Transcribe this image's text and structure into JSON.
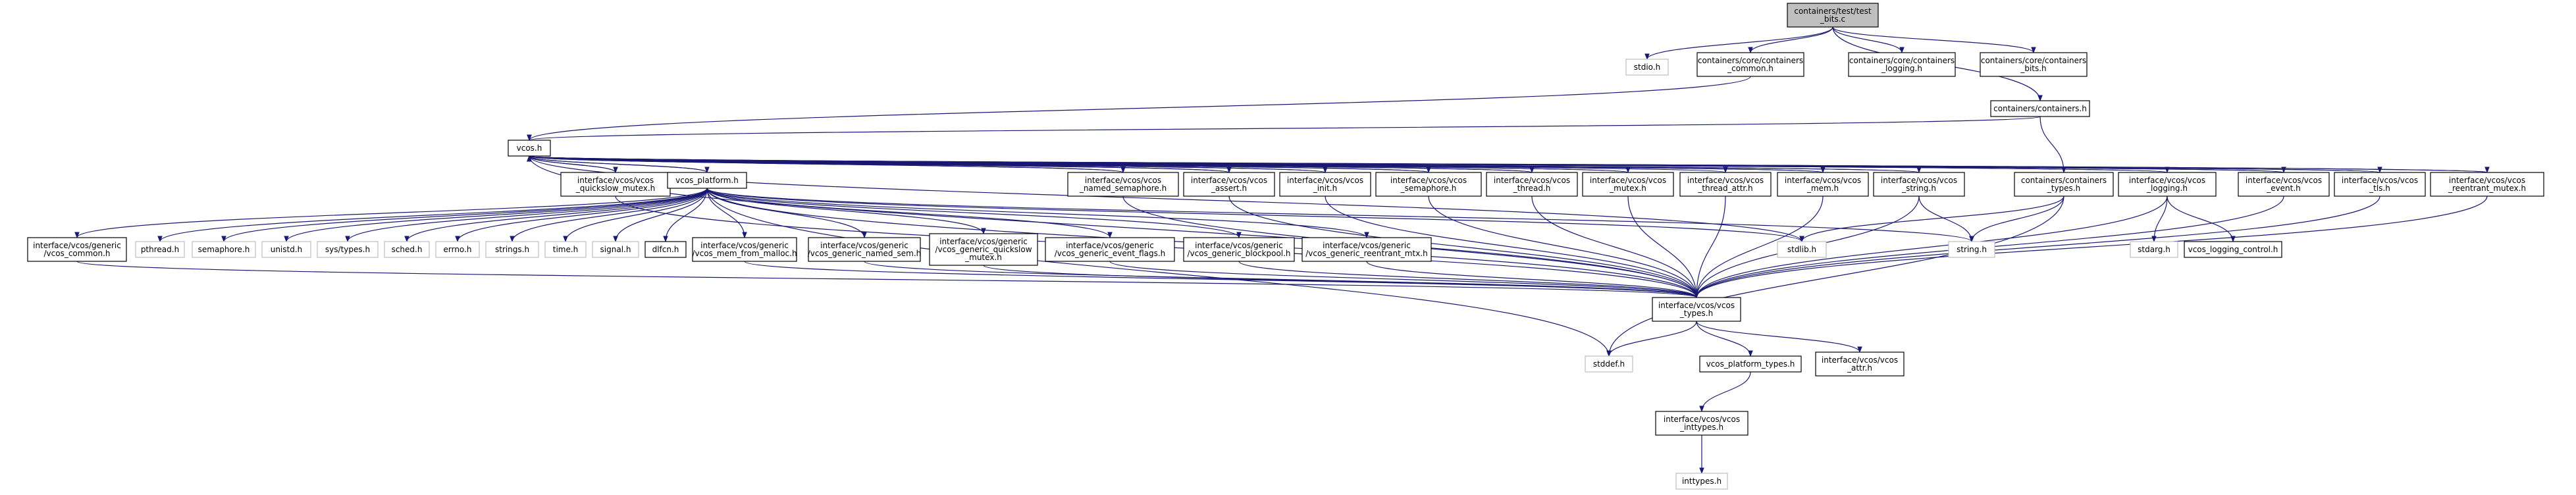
{
  "colors": {
    "edge": "#191970",
    "root_fill": "#bfbfbf",
    "root_stroke": "#000000",
    "linked_stroke": "#000000",
    "system_stroke": "#bfbfbf",
    "fill": "#ffffff"
  },
  "nodes": [
    {
      "id": "root",
      "label": [
        "containers/test/test",
        "_bits.c"
      ],
      "kind": "root"
    },
    {
      "id": "stdio",
      "label": [
        "stdio.h"
      ],
      "kind": "system"
    },
    {
      "id": "cont_common",
      "label": [
        "containers/core/containers",
        "_common.h"
      ],
      "kind": "linked"
    },
    {
      "id": "cont_logging",
      "label": [
        "containers/core/containers",
        "_logging.h"
      ],
      "kind": "linked"
    },
    {
      "id": "cont_bits",
      "label": [
        "containers/core/containers",
        "_bits.h"
      ],
      "kind": "linked"
    },
    {
      "id": "containers",
      "label": [
        "containers/containers.h"
      ],
      "kind": "linked"
    },
    {
      "id": "vcos",
      "label": [
        "vcos.h"
      ],
      "kind": "linked"
    },
    {
      "id": "quickslow",
      "label": [
        "interface/vcos/vcos",
        "_quickslow_mutex.h"
      ],
      "kind": "linked"
    },
    {
      "id": "platform",
      "label": [
        "vcos_platform.h"
      ],
      "kind": "linked"
    },
    {
      "id": "named_sem",
      "label": [
        "interface/vcos/vcos",
        "_named_semaphore.h"
      ],
      "kind": "linked"
    },
    {
      "id": "assert",
      "label": [
        "interface/vcos/vcos",
        "_assert.h"
      ],
      "kind": "linked"
    },
    {
      "id": "init",
      "label": [
        "interface/vcos/vcos",
        "_init.h"
      ],
      "kind": "linked"
    },
    {
      "id": "semaphore_v",
      "label": [
        "interface/vcos/vcos",
        "_semaphore.h"
      ],
      "kind": "linked"
    },
    {
      "id": "thread",
      "label": [
        "interface/vcos/vcos",
        "_thread.h"
      ],
      "kind": "linked"
    },
    {
      "id": "mutex",
      "label": [
        "interface/vcos/vcos",
        "_mutex.h"
      ],
      "kind": "linked"
    },
    {
      "id": "thread_attr",
      "label": [
        "interface/vcos/vcos",
        "_thread_attr.h"
      ],
      "kind": "linked"
    },
    {
      "id": "mem",
      "label": [
        "interface/vcos/vcos",
        "_mem.h"
      ],
      "kind": "linked"
    },
    {
      "id": "string_v",
      "label": [
        "interface/vcos/vcos",
        "_string.h"
      ],
      "kind": "linked"
    },
    {
      "id": "cont_types",
      "label": [
        "containers/containers",
        "_types.h"
      ],
      "kind": "linked"
    },
    {
      "id": "logging",
      "label": [
        "interface/vcos/vcos",
        "_logging.h"
      ],
      "kind": "linked"
    },
    {
      "id": "event",
      "label": [
        "interface/vcos/vcos",
        "_event.h"
      ],
      "kind": "linked"
    },
    {
      "id": "tls",
      "label": [
        "interface/vcos/vcos",
        "_tls.h"
      ],
      "kind": "linked"
    },
    {
      "id": "reentrant",
      "label": [
        "interface/vcos/vcos",
        "_reentrant_mutex.h"
      ],
      "kind": "linked"
    },
    {
      "id": "gen_common",
      "label": [
        "interface/vcos/generic",
        "/vcos_common.h"
      ],
      "kind": "linked"
    },
    {
      "id": "pthread",
      "label": [
        "pthread.h"
      ],
      "kind": "system"
    },
    {
      "id": "semaphore_h",
      "label": [
        "semaphore.h"
      ],
      "kind": "system"
    },
    {
      "id": "unistd",
      "label": [
        "unistd.h"
      ],
      "kind": "system"
    },
    {
      "id": "systypes",
      "label": [
        "sys/types.h"
      ],
      "kind": "system"
    },
    {
      "id": "sched",
      "label": [
        "sched.h"
      ],
      "kind": "system"
    },
    {
      "id": "errno",
      "label": [
        "errno.h"
      ],
      "kind": "system"
    },
    {
      "id": "strings",
      "label": [
        "strings.h"
      ],
      "kind": "system"
    },
    {
      "id": "time",
      "label": [
        "time.h"
      ],
      "kind": "system"
    },
    {
      "id": "signal",
      "label": [
        "signal.h"
      ],
      "kind": "system"
    },
    {
      "id": "dlfcn",
      "label": [
        "dlfcn.h"
      ],
      "kind": "linked"
    },
    {
      "id": "gen_malloc",
      "label": [
        "interface/vcos/generic",
        "/vcos_mem_from_malloc.h"
      ],
      "kind": "linked"
    },
    {
      "id": "gen_named_sem",
      "label": [
        "interface/vcos/generic",
        "/vcos_generic_named_sem.h"
      ],
      "kind": "linked"
    },
    {
      "id": "gen_quickslow",
      "label": [
        "interface/vcos/generic",
        "/vcos_generic_quickslow",
        "_mutex.h"
      ],
      "kind": "linked"
    },
    {
      "id": "gen_event_flags",
      "label": [
        "interface/vcos/generic",
        "/vcos_generic_event_flags.h"
      ],
      "kind": "linked"
    },
    {
      "id": "gen_blockpool",
      "label": [
        "interface/vcos/generic",
        "/vcos_generic_blockpool.h"
      ],
      "kind": "linked"
    },
    {
      "id": "gen_reentrant",
      "label": [
        "interface/vcos/generic",
        "/vcos_generic_reentrant_mtx.h"
      ],
      "kind": "linked"
    },
    {
      "id": "stdlib",
      "label": [
        "stdlib.h"
      ],
      "kind": "system"
    },
    {
      "id": "string_h",
      "label": [
        "string.h"
      ],
      "kind": "system"
    },
    {
      "id": "stdarg",
      "label": [
        "stdarg.h"
      ],
      "kind": "system"
    },
    {
      "id": "log_control",
      "label": [
        "vcos_logging_control.h"
      ],
      "kind": "linked"
    },
    {
      "id": "vcos_types",
      "label": [
        "interface/vcos/vcos",
        "_types.h"
      ],
      "kind": "linked"
    },
    {
      "id": "stddef",
      "label": [
        "stddef.h"
      ],
      "kind": "system"
    },
    {
      "id": "plat_types",
      "label": [
        "vcos_platform_types.h"
      ],
      "kind": "linked"
    },
    {
      "id": "vcos_attr",
      "label": [
        "interface/vcos/vcos",
        "_attr.h"
      ],
      "kind": "linked"
    },
    {
      "id": "inttypes_v",
      "label": [
        "interface/vcos/vcos",
        "_inttypes.h"
      ],
      "kind": "linked"
    },
    {
      "id": "inttypes",
      "label": [
        "inttypes.h"
      ],
      "kind": "system"
    }
  ],
  "edges": [
    [
      "root",
      "stdio"
    ],
    [
      "root",
      "cont_common"
    ],
    [
      "root",
      "cont_logging"
    ],
    [
      "root",
      "cont_bits"
    ],
    [
      "root",
      "containers"
    ],
    [
      "cont_common",
      "vcos"
    ],
    [
      "containers",
      "vcos"
    ],
    [
      "containers",
      "cont_types"
    ],
    [
      "vcos",
      "quickslow"
    ],
    [
      "vcos",
      "platform"
    ],
    [
      "vcos",
      "named_sem"
    ],
    [
      "vcos",
      "assert"
    ],
    [
      "vcos",
      "init"
    ],
    [
      "vcos",
      "semaphore_v"
    ],
    [
      "vcos",
      "thread"
    ],
    [
      "vcos",
      "mutex"
    ],
    [
      "vcos",
      "thread_attr"
    ],
    [
      "vcos",
      "mem"
    ],
    [
      "vcos",
      "string_v"
    ],
    [
      "vcos",
      "logging"
    ],
    [
      "vcos",
      "event"
    ],
    [
      "vcos",
      "tls"
    ],
    [
      "vcos",
      "reentrant"
    ],
    [
      "vcos",
      "vcos_types"
    ],
    [
      "vcos",
      "stdlib"
    ],
    [
      "quickslow",
      "vcos"
    ],
    [
      "named_sem",
      "vcos"
    ],
    [
      "assert",
      "vcos"
    ],
    [
      "init",
      "vcos"
    ],
    [
      "semaphore_v",
      "vcos"
    ],
    [
      "thread",
      "vcos"
    ],
    [
      "mutex",
      "vcos"
    ],
    [
      "mem",
      "vcos"
    ],
    [
      "string_v",
      "vcos"
    ],
    [
      "logging",
      "vcos"
    ],
    [
      "event",
      "vcos"
    ],
    [
      "tls",
      "vcos"
    ],
    [
      "reentrant",
      "vcos"
    ],
    [
      "platform",
      "gen_common"
    ],
    [
      "platform",
      "pthread"
    ],
    [
      "platform",
      "semaphore_h"
    ],
    [
      "platform",
      "unistd"
    ],
    [
      "platform",
      "systypes"
    ],
    [
      "platform",
      "sched"
    ],
    [
      "platform",
      "errno"
    ],
    [
      "platform",
      "strings"
    ],
    [
      "platform",
      "time"
    ],
    [
      "platform",
      "signal"
    ],
    [
      "platform",
      "dlfcn"
    ],
    [
      "platform",
      "gen_malloc"
    ],
    [
      "platform",
      "gen_named_sem"
    ],
    [
      "platform",
      "gen_quickslow"
    ],
    [
      "platform",
      "gen_event_flags"
    ],
    [
      "platform",
      "gen_blockpool"
    ],
    [
      "platform",
      "gen_reentrant"
    ],
    [
      "platform",
      "stdlib"
    ],
    [
      "platform",
      "string_h"
    ],
    [
      "platform",
      "vcos_types"
    ],
    [
      "platform",
      "stddef"
    ],
    [
      "platform",
      "vcos"
    ],
    [
      "gen_common",
      "vcos_types"
    ],
    [
      "gen_malloc",
      "vcos_types"
    ],
    [
      "gen_named_sem",
      "vcos_types"
    ],
    [
      "gen_quickslow",
      "vcos_types"
    ],
    [
      "gen_event_flags",
      "vcos_types"
    ],
    [
      "gen_blockpool",
      "vcos_types"
    ],
    [
      "gen_reentrant",
      "vcos_types"
    ],
    [
      "quickslow",
      "vcos_types"
    ],
    [
      "named_sem",
      "vcos_types"
    ],
    [
      "assert",
      "vcos_types"
    ],
    [
      "init",
      "vcos_types"
    ],
    [
      "semaphore_v",
      "vcos_types"
    ],
    [
      "thread",
      "vcos_types"
    ],
    [
      "mutex",
      "vcos_types"
    ],
    [
      "thread_attr",
      "vcos_types"
    ],
    [
      "mem",
      "vcos_types"
    ],
    [
      "string_v",
      "vcos_types"
    ],
    [
      "string_v",
      "string_h"
    ],
    [
      "logging",
      "vcos_types"
    ],
    [
      "logging",
      "stdarg"
    ],
    [
      "logging",
      "log_control"
    ],
    [
      "event",
      "vcos_types"
    ],
    [
      "tls",
      "vcos_types"
    ],
    [
      "reentrant",
      "vcos_types"
    ],
    [
      "cont_types",
      "stdlib"
    ],
    [
      "cont_types",
      "string_h"
    ],
    [
      "cont_types",
      "stddef"
    ],
    [
      "vcos_types",
      "stddef"
    ],
    [
      "vcos_types",
      "plat_types"
    ],
    [
      "vcos_types",
      "vcos_attr"
    ],
    [
      "plat_types",
      "inttypes_v"
    ],
    [
      "inttypes_v",
      "inttypes"
    ]
  ]
}
